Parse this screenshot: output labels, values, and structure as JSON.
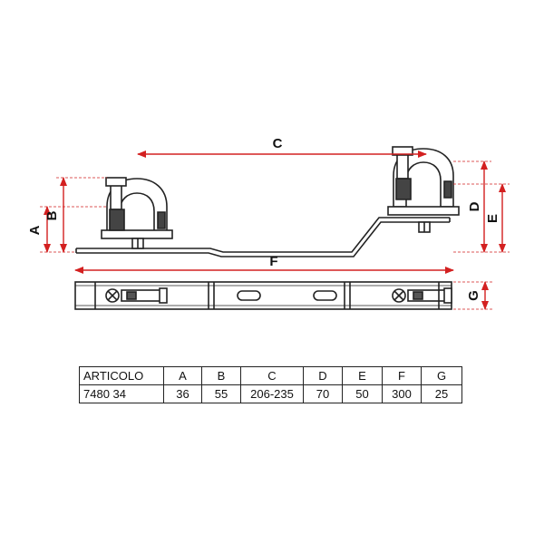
{
  "dimensions": {
    "labels": [
      "A",
      "B",
      "C",
      "D",
      "E",
      "F",
      "G"
    ],
    "arrow_color": "#d32020",
    "line_color": "#222222"
  },
  "table": {
    "headers": [
      "ARTICOLO",
      "A",
      "B",
      "C",
      "D",
      "E",
      "F",
      "G"
    ],
    "rows": [
      [
        "7480 34",
        "36",
        "55",
        "206-235",
        "70",
        "50",
        "300",
        "25"
      ]
    ]
  }
}
